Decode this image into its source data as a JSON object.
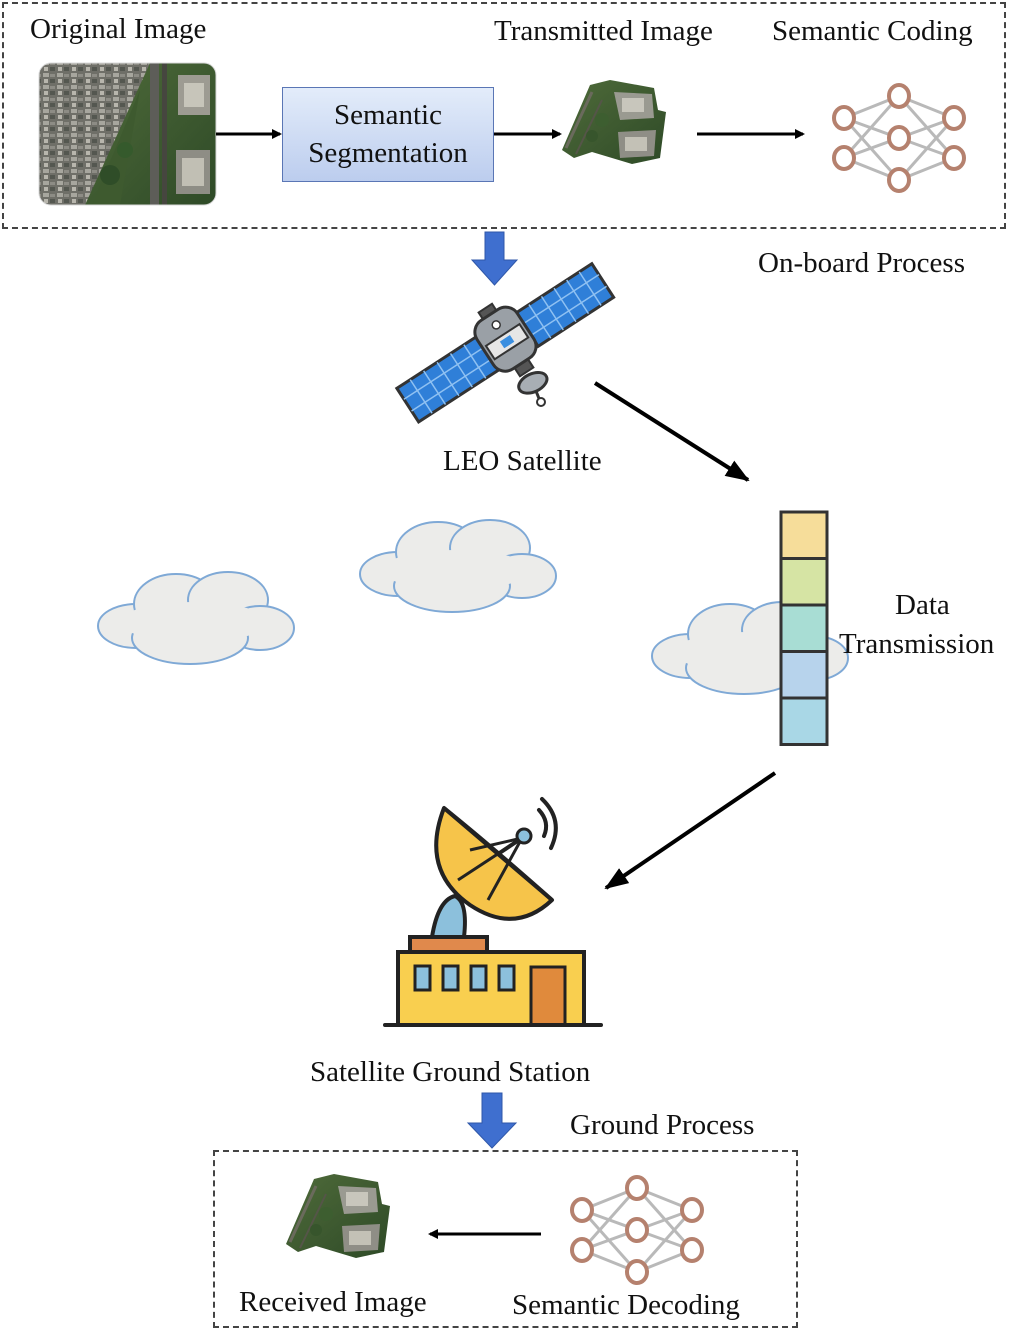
{
  "onboard": {
    "original_image_label": "Original Image",
    "transmitted_image_label": "Transmitted Image",
    "semantic_coding_label": "Semantic Coding",
    "segmentation_line1": "Semantic",
    "segmentation_line2": "Segmentation",
    "process_label": "On-board Process"
  },
  "satellite": {
    "label": "LEO Satellite"
  },
  "transmission": {
    "line1": "Data",
    "line2": "Transmission",
    "packet_colors": [
      "#f6dd9a",
      "#d6e4a4",
      "#a8ddd4",
      "#b7d3ec",
      "#a9d7e6"
    ]
  },
  "ground_station": {
    "label": "Satellite Ground Station"
  },
  "ground": {
    "process_label": "Ground Process",
    "received_image_label": "Received Image",
    "semantic_decoding_label": "Semantic Decoding"
  },
  "colors": {
    "flow_arrow": "#3f6fcf",
    "neuron": "#b5816e",
    "dish": "#f6c44a",
    "building": "#f9cf4f",
    "door": "#e08a3c",
    "roof": "#e0894c",
    "cloud_fill": "#ececea",
    "cloud_stroke": "#7fa9d6"
  },
  "icons": [
    "satellite-icon",
    "neural-network-icon",
    "ground-station-icon",
    "cloud-icon",
    "aerial-image-icon"
  ]
}
